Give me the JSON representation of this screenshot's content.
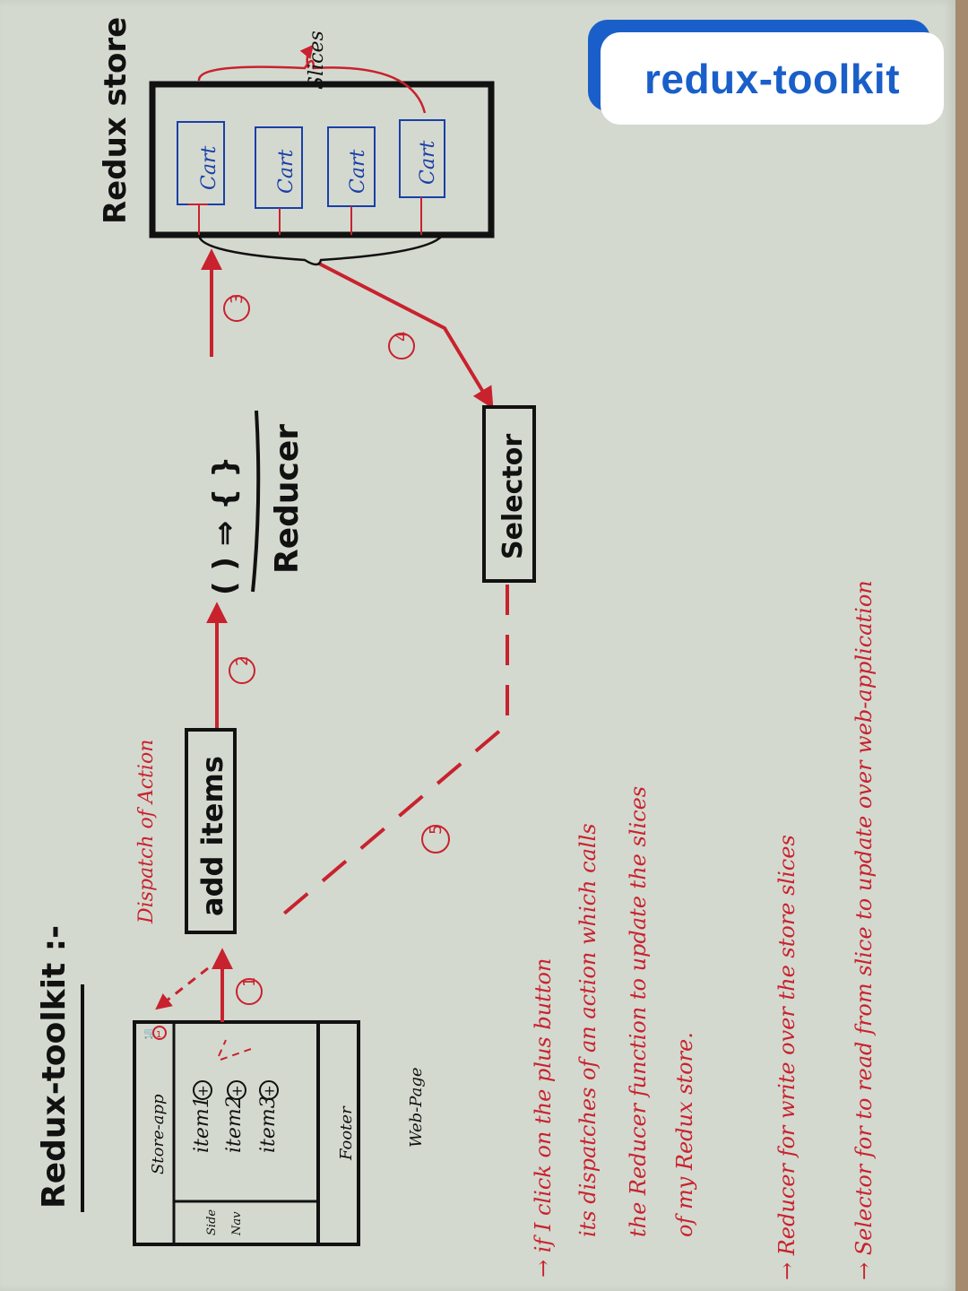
{
  "badge": {
    "label": "redux-toolkit"
  },
  "diagram": {
    "title": "Redux-toolkit :-",
    "store_title": "Redux store",
    "slices_label": "Slices",
    "cart_slices": [
      "Cart",
      "Cart",
      "Cart",
      "Cart"
    ],
    "webpage": {
      "header": "Store-app",
      "cart_badge": "1",
      "sidenav": [
        "Side",
        "Nav"
      ],
      "items": [
        "item1",
        "item2",
        "item3"
      ],
      "plus": "+",
      "footer": "Footer",
      "caption": "Web-Page"
    },
    "dispatch_label": "Dispatch of Action",
    "add_items": "add items",
    "reducer_func": "( ) ⇒ { }",
    "reducer_label": "Reducer",
    "selector": "Selector",
    "steps": [
      "1",
      "2",
      "3",
      "4",
      "5"
    ],
    "notes": [
      "→ if I click on the plus button",
      "its dispatches of an action which calls",
      "the Reducer function to update the slices",
      "of my Redux store.",
      "→ Reducer for write over the store slices",
      "→ Selector for to read from slice to update over web-application"
    ]
  },
  "colors": {
    "ink": "#111111",
    "red": "#c8222e",
    "brand": "#1a5fc9",
    "paper": "#d4d9cf"
  }
}
